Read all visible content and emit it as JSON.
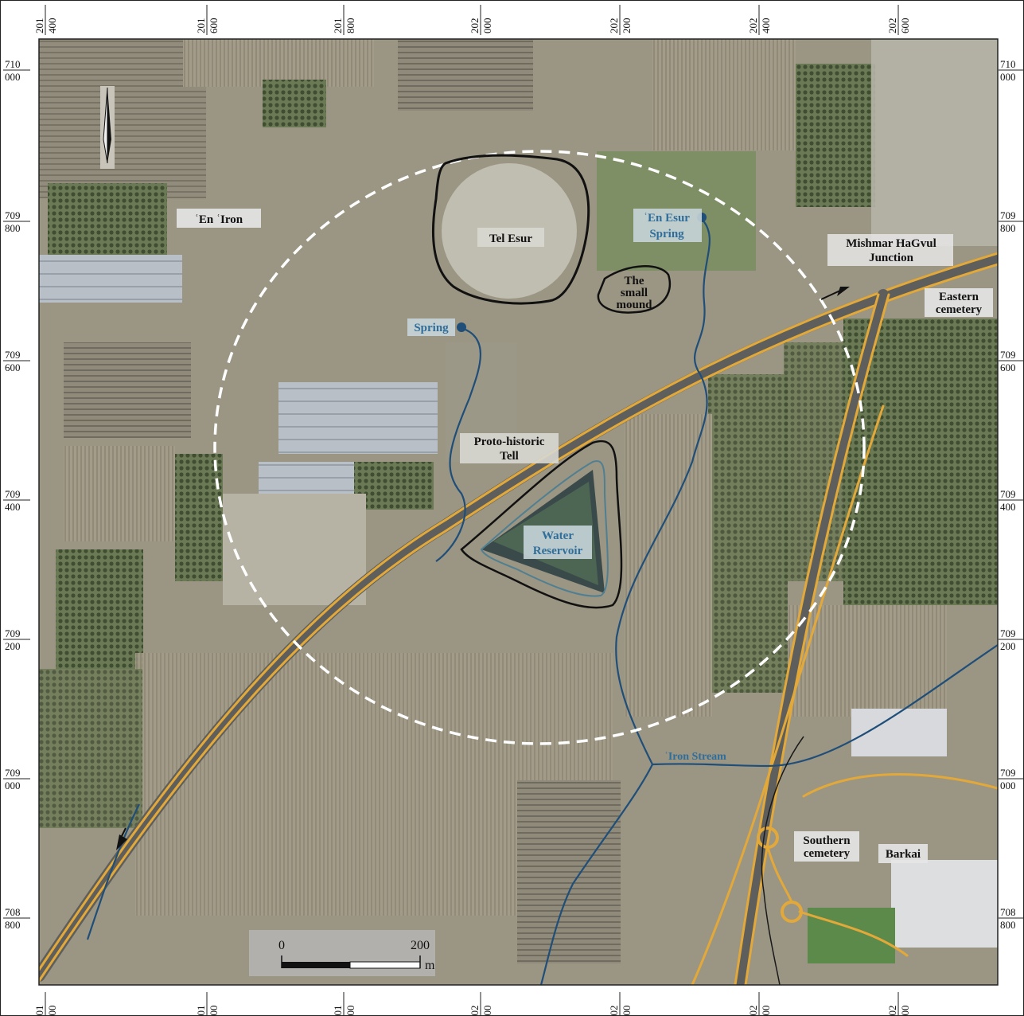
{
  "grid": {
    "x_ticks": [
      {
        "top": "201",
        "bottom": "400"
      },
      {
        "top": "201",
        "bottom": "600"
      },
      {
        "top": "201",
        "bottom": "800"
      },
      {
        "top": "202",
        "bottom": "000"
      },
      {
        "top": "202",
        "bottom": "200"
      },
      {
        "top": "202",
        "bottom": "400"
      },
      {
        "top": "202",
        "bottom": "600"
      }
    ],
    "y_ticks": [
      {
        "top": "710",
        "bottom": "000"
      },
      {
        "top": "709",
        "bottom": "800"
      },
      {
        "top": "709",
        "bottom": "600"
      },
      {
        "top": "709",
        "bottom": "400"
      },
      {
        "top": "709",
        "bottom": "200"
      },
      {
        "top": "709",
        "bottom": "000"
      },
      {
        "top": "708",
        "bottom": "800"
      }
    ]
  },
  "labels": {
    "en_iron": "ʿEn ʿIron",
    "tel_esur": "Tel Esur",
    "en_esur_line1": "ʿEn Esur",
    "en_esur_line2": "Spring",
    "mishmar_line1": "Mishmar HaGvul",
    "mishmar_line2": "Junction",
    "small_mound_line1": "The",
    "small_mound_line2": "small",
    "small_mound_line3": "mound",
    "eastern_line1": "Eastern",
    "eastern_line2": "cemetery",
    "spring": "Spring",
    "proto_line1": "Proto-historic",
    "proto_line2": "Tell",
    "water_line1": "Water",
    "water_line2": "Reservoir",
    "iron_stream": "ʿIron Stream",
    "southern_line1": "Southern",
    "southern_line2": "cemetery",
    "barkai": "Barkai"
  },
  "scale_bar": {
    "start": "0",
    "end": "200",
    "unit": "m"
  },
  "colors": {
    "water_label": "#2f6d9a",
    "stream": "#1f4e79",
    "road": "#e2a93a",
    "outline": "#111111",
    "dashed_circle": "#ffffff",
    "label_bg": "#e6e6e6"
  },
  "icons": {
    "north_arrow": "north-arrow-icon"
  }
}
